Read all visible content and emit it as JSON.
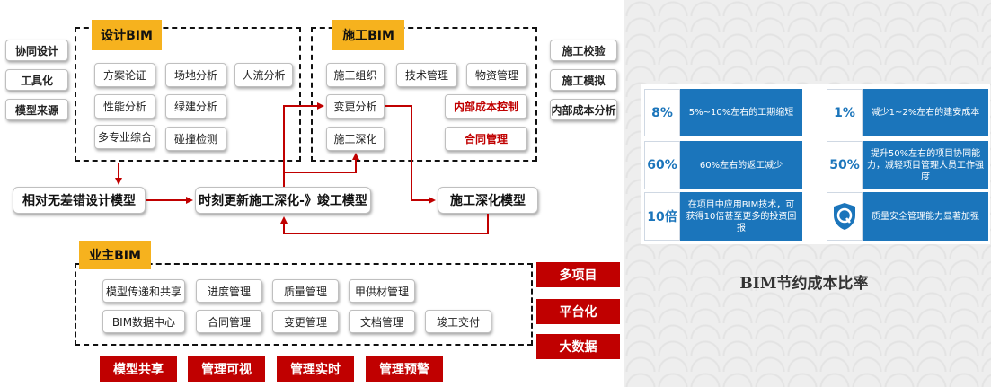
{
  "design_bim": {
    "title": "设计BIM",
    "items": [
      "方案论证",
      "场地分析",
      "人流分析",
      "性能分析",
      "绿建分析",
      "多专业综合",
      "碰撞检测"
    ]
  },
  "construction_bim": {
    "title": "施工BIM",
    "items": [
      "施工组织",
      "技术管理",
      "物资管理",
      "变更分析",
      "施工深化"
    ],
    "red_items": [
      "内部成本控制",
      "合同管理"
    ]
  },
  "left_side_labels": [
    "协同设计",
    "工具化",
    "模型来源"
  ],
  "right_side_labels": [
    "施工校验",
    "施工模拟",
    "内部成本分析"
  ],
  "flow": {
    "model_a": "相对无差错设计模型",
    "model_b": "时刻更新施工深化-》竣工模型",
    "model_c": "施工深化模型"
  },
  "owner_bim": {
    "title": "业主BIM",
    "row1": [
      "模型传递和共享",
      "进度管理",
      "质量管理",
      "甲供材管理"
    ],
    "row2": [
      "BIM数据中心",
      "合同管理",
      "变更管理",
      "文档管理",
      "竣工交付"
    ]
  },
  "bottom_tags": [
    "模型共享",
    "管理可视",
    "管理实时",
    "管理预警"
  ],
  "side_tags": [
    "多项目",
    "平台化",
    "大数据"
  ],
  "savings": {
    "title": "BIM节约成本比率",
    "cards": [
      {
        "num": "8%",
        "text": "5%~10%左右的工期缩短"
      },
      {
        "num": "1%",
        "text": "减少1~2%左右的建安成本"
      },
      {
        "num": "60%",
        "text": "60%左右的返工减少"
      },
      {
        "num": "50%",
        "text": "提升50%左右的项目协同能力，减轻项目管理人员工作强度"
      },
      {
        "num": "10倍",
        "text": "在项目中应用BIM技术，可获得10倍甚至更多的投资回报"
      },
      {
        "num": "",
        "text": "质量安全管理能力显著加强"
      }
    ]
  },
  "colors": {
    "accent_red": "#c00000",
    "tag_yellow": "#f6b21e",
    "card_blue": "#1b75bb"
  }
}
